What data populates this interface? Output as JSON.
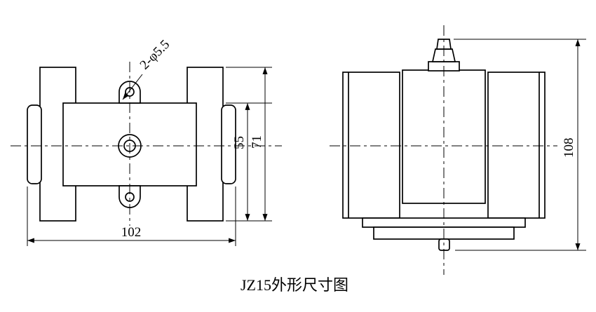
{
  "caption": "JZ15外形尺寸图",
  "drawing": {
    "front_view": {
      "hole_label": "2-φ5.5",
      "dim_width": "102",
      "dim_inner_height": "55",
      "dim_outer_height": "71"
    },
    "side_view": {
      "dim_height": "108"
    }
  },
  "colors": {
    "line": "#000000",
    "background": "#ffffff"
  }
}
